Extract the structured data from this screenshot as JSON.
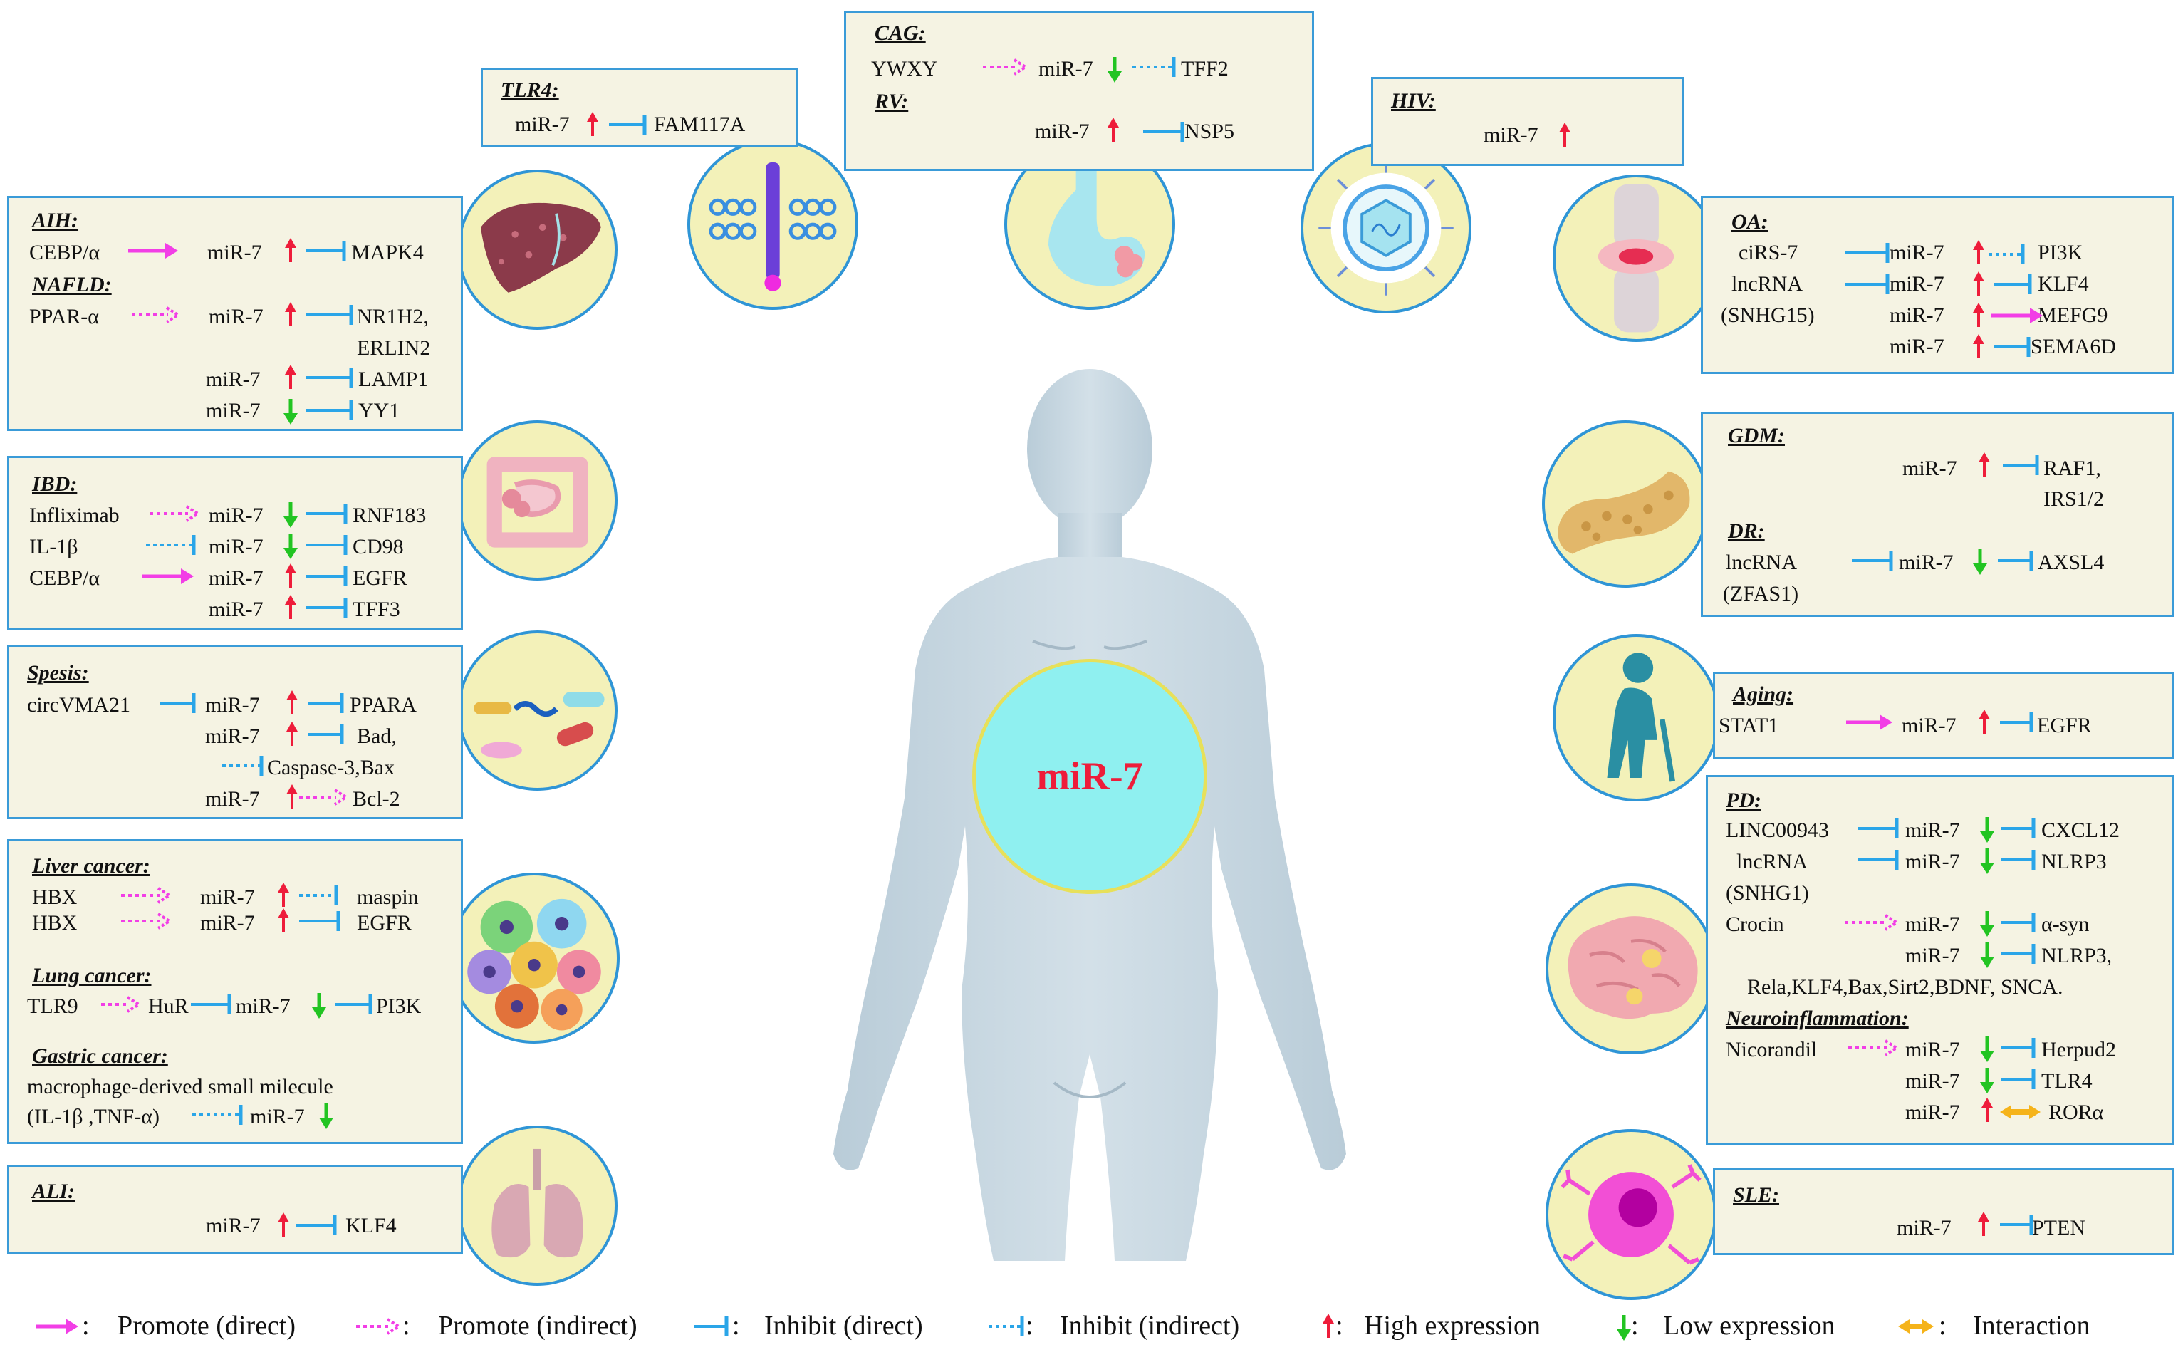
{
  "center": {
    "label": "miR-7"
  },
  "colors": {
    "promote": "#f23ee6",
    "inhibit": "#2aa5e8",
    "high": "#ee1c3a",
    "low": "#22c422",
    "interaction": "#f5b31a",
    "box_border": "#3a9bd8",
    "box_fill": "#f5f3e3",
    "circle_fill": "#f3f1b9",
    "center_fill": "#8ff0f0"
  },
  "tlr4": {
    "heading": "TLR4:",
    "mir": "miR-7",
    "target": "FAM117A"
  },
  "cag": {
    "heading": "CAG:",
    "src": "YWXY",
    "mir": "miR-7",
    "target": "TFF2",
    "heading2": "RV:",
    "mir2": "miR-7",
    "target2": "NSP5"
  },
  "hiv": {
    "heading": "HIV:",
    "mir": "miR-7"
  },
  "aih": {
    "heading": "AIH:",
    "src1": "CEBP/α",
    "mir1": "miR-7",
    "t1": "MAPK4",
    "heading2": "NAFLD:",
    "src2": "PPAR-α",
    "mir2": "miR-7",
    "t2a": "NR1H2,",
    "t2b": "ERLIN2",
    "mir3": "miR-7",
    "t3": "LAMP1",
    "mir4": "miR-7",
    "t4": "YY1"
  },
  "ibd": {
    "heading": "IBD:",
    "src1": "Infliximab",
    "mir1": "miR-7",
    "t1": "RNF183",
    "src2": "IL-1β",
    "mir2": "miR-7",
    "t2": "CD98",
    "src3": "CEBP/α",
    "mir3": "miR-7",
    "t3": "EGFR",
    "mir4": "miR-7",
    "t4": "TFF3"
  },
  "sepsis": {
    "heading": "Spesis:",
    "src1": "circVMA21",
    "mir1": "miR-7",
    "t1": "PPARA",
    "mir2": "miR-7",
    "t2": "Bad,",
    "t3": "Caspase-3,Bax",
    "mir4": "miR-7",
    "t4": "Bcl-2"
  },
  "cancer": {
    "heading": "Liver cancer:",
    "src1": "HBX",
    "mir1": "miR-7",
    "t1": "maspin",
    "src2": "HBX",
    "mir2": "miR-7",
    "t2": "EGFR",
    "heading2": "Lung cancer:",
    "src3": "TLR9",
    "mid3": "HuR",
    "mir3": "miR-7",
    "t3": "PI3K",
    "heading3": "Gastric cancer:",
    "line4": "macrophage-derived small milecule",
    "src5": "(IL-1β ,TNF-α)",
    "mir5": "miR-7"
  },
  "ali": {
    "heading": "ALI:",
    "mir": "miR-7",
    "target": "KLF4"
  },
  "oa": {
    "heading": "OA:",
    "src1": "ciRS-7",
    "mir1": "miR-7",
    "t1": "PI3K",
    "src2": "lncRNA",
    "src2b": "(SNHG15)",
    "mir2": "miR-7",
    "t2": "KLF4",
    "mir3": "miR-7",
    "t3": "MEFG9",
    "mir4": "miR-7",
    "t4": "SEMA6D"
  },
  "gdm": {
    "heading": "GDM:",
    "mir1": "miR-7",
    "t1a": "RAF1,",
    "t1b": "IRS1/2",
    "heading2": "DR:",
    "src2": "lncRNA",
    "src2b": "(ZFAS1)",
    "mir2": "miR-7",
    "t2": "AXSL4"
  },
  "aging": {
    "heading": "Aging:",
    "src": "STAT1",
    "mir": "miR-7",
    "target": "EGFR"
  },
  "pd": {
    "heading": "PD:",
    "src1": "LINC00943",
    "mir1": "miR-7",
    "t1": "CXCL12",
    "src2": "lncRNA",
    "src2b": "(SNHG1)",
    "mir2": "miR-7",
    "t2": "NLRP3",
    "src3": "Crocin",
    "mir3": "miR-7",
    "t3": "α-syn",
    "mir4": "miR-7",
    "t4": "NLRP3,",
    "line5": "Rela,KLF4,Bax,Sirt2,BDNF, SNCA.",
    "heading2": "Neuroinflammation:",
    "src6": "Nicorandil",
    "mir6": "miR-7",
    "t6": "Herpud2",
    "mir7": "miR-7",
    "t7": "TLR4",
    "mir8": "miR-7",
    "t8": "RORα"
  },
  "sle": {
    "heading": "SLE:",
    "mir": "miR-7",
    "target": "PTEN"
  },
  "legend": {
    "promote_direct": "Promote (direct)",
    "promote_indirect": "Promote (indirect)",
    "inhibit_direct": "Inhibit (direct)",
    "inhibit_indirect": "Inhibit (indirect)",
    "high": "High expression",
    "low": "Low expression",
    "interaction": "Interaction",
    "colon": ":"
  }
}
